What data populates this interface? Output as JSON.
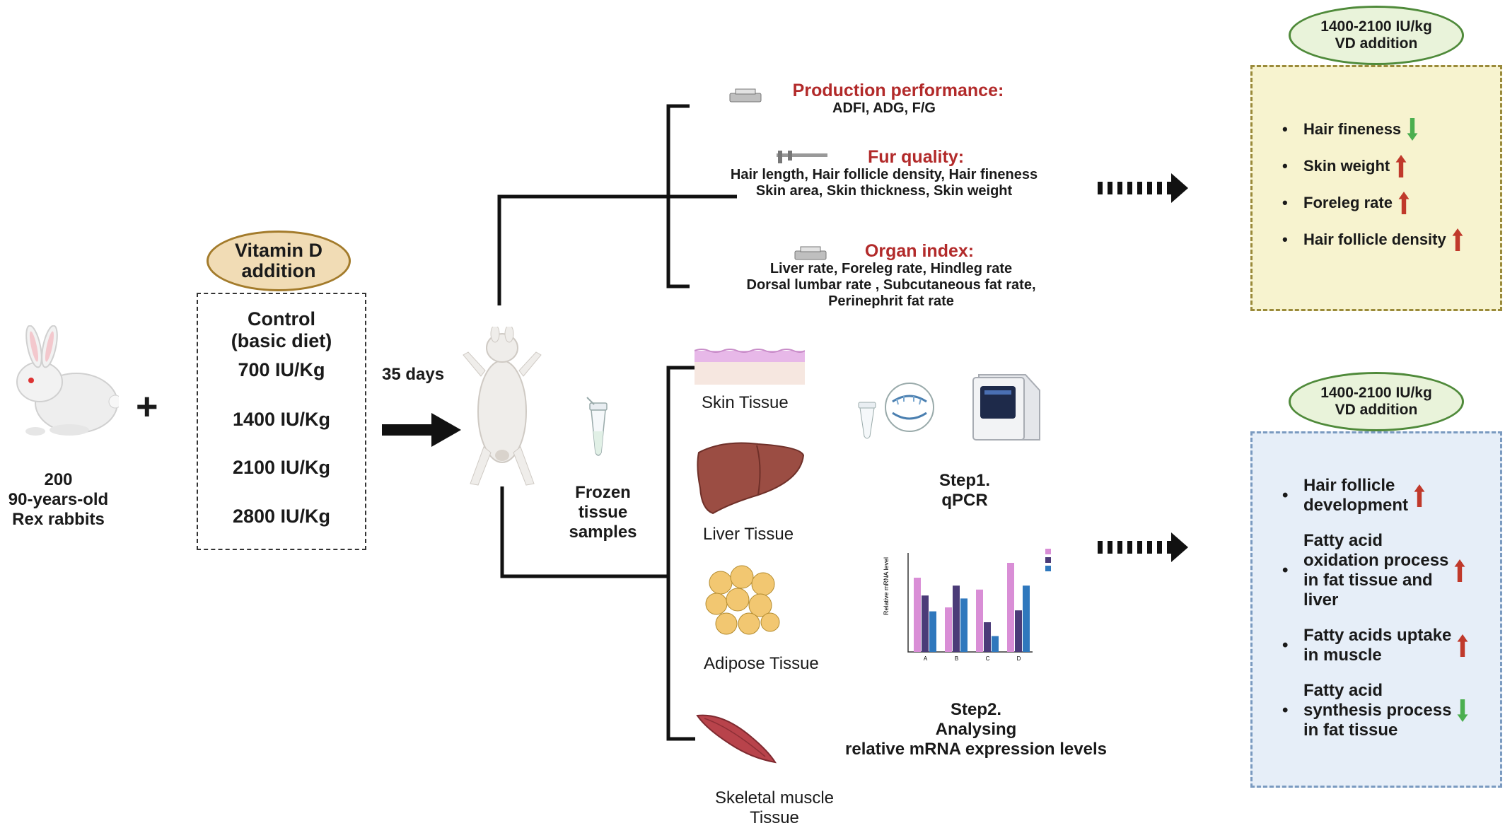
{
  "animals": {
    "count": "200",
    "age": "90-years-old",
    "breed": "Rex rabbits"
  },
  "plus": "+",
  "diet": {
    "header_line1": "Vitamin D",
    "header_line2": "addition",
    "items": [
      "Control",
      "(basic diet)",
      "700 IU/Kg",
      "1400 IU/Kg",
      "2100 IU/Kg",
      "2800 IU/Kg"
    ]
  },
  "duration": "35 days",
  "frozen": [
    "Frozen",
    "tissue",
    "samples"
  ],
  "measures": [
    {
      "title": "Production performance:",
      "lines": [
        "ADFI, ADG, F/G"
      ]
    },
    {
      "title": "Fur quality:",
      "lines": [
        "Hair length, Hair follicle density, Hair fineness",
        "Skin area, Skin thickness, Skin weight"
      ]
    },
    {
      "title": "Organ index:",
      "lines": [
        "Liver rate, Foreleg rate, Hindleg rate",
        "Dorsal lumbar rate , Subcutaneous fat rate,",
        "Perinephrit fat rate"
      ]
    }
  ],
  "tissues": [
    "Skin Tissue",
    "Liver Tissue",
    "Adipose Tissue",
    "Skeletal muscle",
    "Tissue"
  ],
  "steps": {
    "step1": [
      "Step1.",
      "qPCR"
    ],
    "step2": [
      "Step2.",
      "Analysing",
      "relative mRNA expression levels"
    ]
  },
  "mini_chart_text": {
    "ylabel": "Relative mRNA level",
    "categories": [
      "A",
      "B",
      "C",
      "D"
    ]
  },
  "chart_data": {
    "type": "bar",
    "categories": [
      "A",
      "B",
      "C",
      "D"
    ],
    "series": [
      {
        "values": [
          0.75,
          0.45,
          0.63,
          0.9
        ]
      },
      {
        "values": [
          0.57,
          0.67,
          0.3,
          0.42
        ]
      },
      {
        "values": [
          0.41,
          0.54,
          0.16,
          0.67
        ]
      }
    ],
    "ylim": [
      0,
      1
    ]
  },
  "results_top": {
    "title_line1": "1400-2100 IU/kg",
    "title_line2": "VD addition",
    "items": [
      {
        "lines": [
          "Hair fineness"
        ],
        "dir": "down"
      },
      {
        "lines": [
          "Skin weight"
        ],
        "dir": "up"
      },
      {
        "lines": [
          "Foreleg rate"
        ],
        "dir": "up"
      },
      {
        "lines": [
          "Hair follicle density"
        ],
        "dir": "up"
      }
    ]
  },
  "results_bottom": {
    "title_line1": "1400-2100 IU/kg",
    "title_line2": "VD addition",
    "items": [
      {
        "lines": [
          "Hair follicle",
          "development"
        ],
        "dir": "up"
      },
      {
        "lines": [
          "Fatty acid",
          "oxidation  process",
          "in fat tissue and",
          "liver"
        ],
        "dir": "up"
      },
      {
        "lines": [
          "Fatty acids uptake",
          "in muscle"
        ],
        "dir": "up"
      },
      {
        "lines": [
          "Fatty acid",
          "synthesis process",
          "in fat tissue"
        ],
        "dir": "down"
      }
    ]
  },
  "colors": {
    "up_arrow": "#c0392b",
    "down_arrow": "#4caf50",
    "title_red": "#b22a2a",
    "ellipse_tan": "#f1dcb5",
    "ellipse_green": "#e9f3da",
    "box_yellow": "#f7f3cf",
    "box_blue": "#e6eef8",
    "bar_pink": "#d98ed6",
    "bar_purple": "#4b3b78",
    "bar_blue": "#2f78bd"
  }
}
